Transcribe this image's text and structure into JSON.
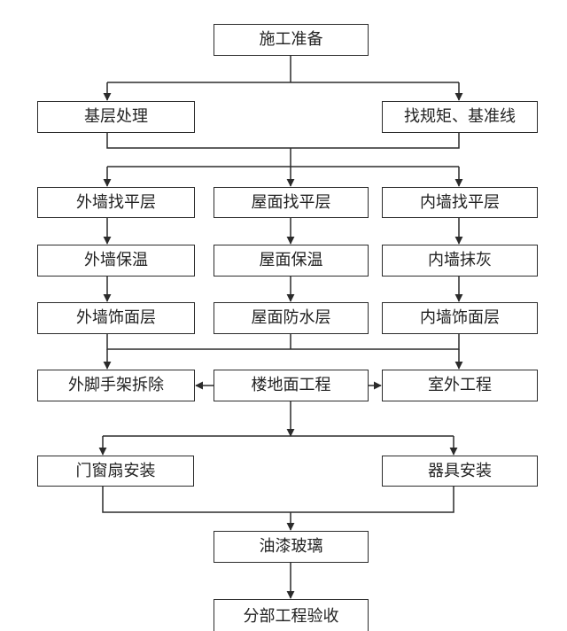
{
  "flowchart": {
    "colors": {
      "line": "#2b2b2b",
      "box_border": "#2b2b2b",
      "text": "#222222",
      "background": "#ffffff"
    },
    "nodes": {
      "prep": "施工准备",
      "base": "基层处理",
      "rules": "找规矩、基准线",
      "ext_level": "外墙找平层",
      "roof_level": "屋面找平层",
      "int_level": "内墙找平层",
      "ext_insul": "外墙保温",
      "roof_insul": "屋面保温",
      "int_plaster": "内墙抹灰",
      "ext_finish": "外墙饰面层",
      "roof_water": "屋面防水层",
      "int_finish": "内墙饰面层",
      "scaffold": "外脚手架拆除",
      "floor": "楼地面工程",
      "outdoor": "室外工程",
      "doors": "门窗扇安装",
      "fixtures": "器具安装",
      "paint": "油漆玻璃",
      "accept": "分部工程验收"
    }
  }
}
